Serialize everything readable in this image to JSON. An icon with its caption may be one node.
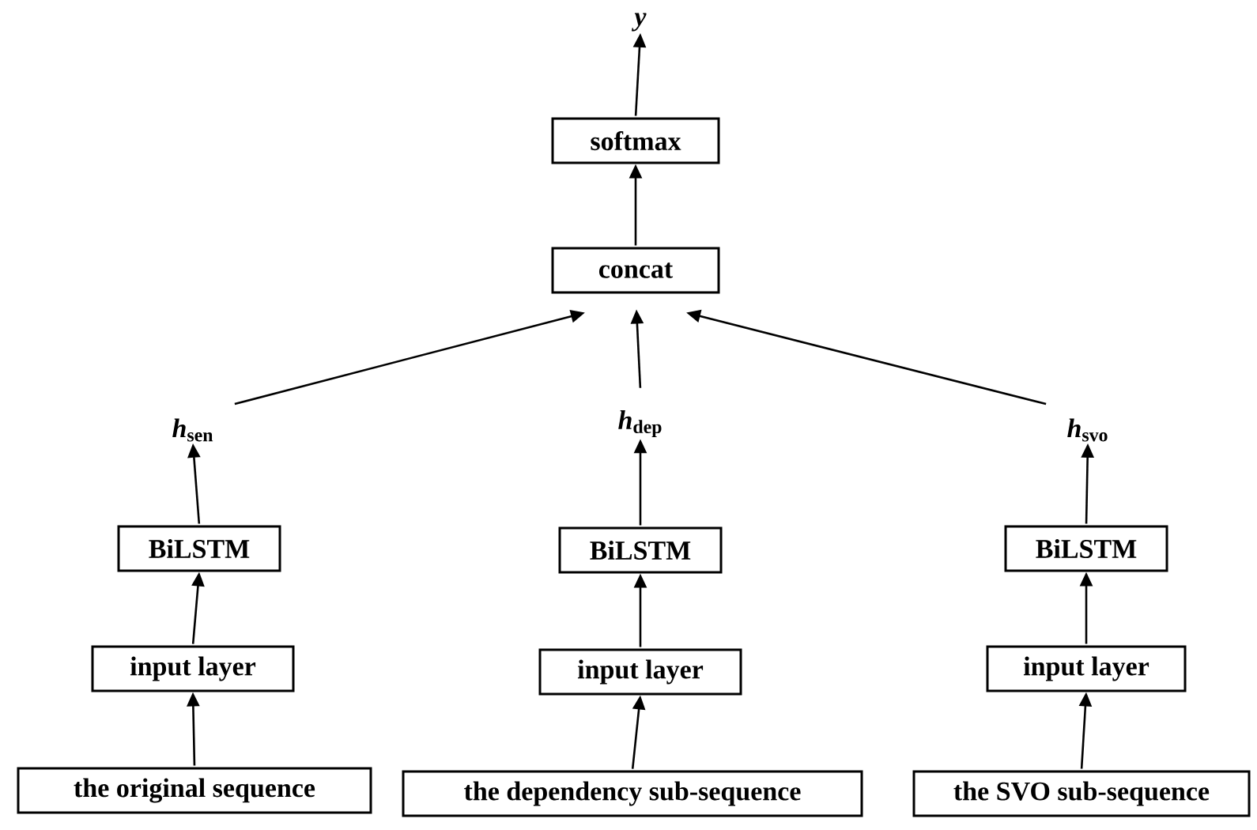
{
  "diagram": {
    "nodes": [
      {
        "text": [
          "*y*"
        ]
      },
      {
        "text": [
          "softmax"
        ]
      },
      {
        "text": [
          "concat"
        ]
      },
      {
        "text": [
          "*h*$_{sen}$"
        ]
      },
      {
        "text": [
          "*h*$_{dep}$"
        ]
      },
      {
        "text": [
          "*h*$_{svo}$"
        ]
      },
      {
        "text": [
          "BiLSTM"
        ]
      },
      {
        "text": [
          "BiLSTM"
        ]
      },
      {
        "text": [
          "BiLSTM"
        ]
      },
      {
        "text": [
          "input layer"
        ]
      },
      {
        "text": [
          "input layer"
        ]
      },
      {
        "text": [
          "input layer"
        ]
      },
      {
        "text": [
          "the original sequence"
        ]
      },
      {
        "text": [
          "the dependency sub-sequence"
        ]
      },
      {
        "text": [
          "the SVO sub-sequence"
        ]
      }
    ],
    "edges": [
      {
        "from": 1,
        "to": 0,
        "arrow": "to"
      },
      {
        "from": 2,
        "to": 1,
        "arrow": "to"
      },
      {
        "from": 3,
        "to": 2,
        "arrow": "to"
      },
      {
        "from": 4,
        "to": 2,
        "arrow": "to"
      },
      {
        "from": 5,
        "to": 2,
        "arrow": "to"
      },
      {
        "from": 6,
        "to": 3,
        "arrow": "to"
      },
      {
        "from": 7,
        "to": 4,
        "arrow": "to"
      },
      {
        "from": 8,
        "to": 5,
        "arrow": "to"
      },
      {
        "from": 9,
        "to": 6,
        "arrow": "to"
      },
      {
        "from": 10,
        "to": 7,
        "arrow": "to"
      },
      {
        "from": 11,
        "to": 8,
        "arrow": "to"
      },
      {
        "from": 12,
        "to": 9,
        "arrow": "to"
      },
      {
        "from": 13,
        "to": 10,
        "arrow": "to"
      },
      {
        "from": 14,
        "to": 11,
        "arrow": "to"
      }
    ]
  }
}
